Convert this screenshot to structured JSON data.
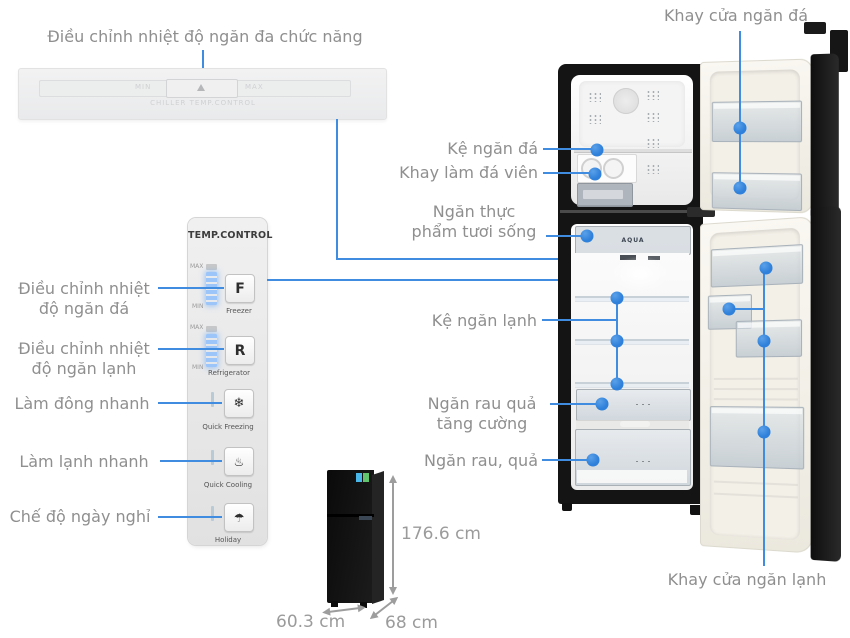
{
  "colors": {
    "accent_blue": "#2e80da",
    "line_blue": "#3f8ce0",
    "label_gray": "#8f8f8f",
    "dim_gray": "#9b9b9b"
  },
  "top_control": {
    "label": "Điều chỉnh nhiệt độ ngăn đa chức năng",
    "min": "MIN",
    "max": "MAX",
    "caption": "CHILLER TEMP.CONTROL"
  },
  "temp_panel": {
    "title": "TEMP.CONTROL",
    "max": "MAX",
    "min": "MIN",
    "freezer_key": "F",
    "freezer_label": "Freezer",
    "fridge_key": "R",
    "fridge_label": "Refrigerator",
    "quick_freezing_label": "Quick Freezing",
    "quick_freezing_icon": "❄",
    "quick_cooling_label": "Quick Cooling",
    "quick_cooling_icon": "♨",
    "holiday_label": "Holiday",
    "holiday_icon": "☂"
  },
  "left_callouts": {
    "freezer_temp_line1": "Điều chỉnh nhiệt",
    "freezer_temp_line2": "độ ngăn đá",
    "fridge_temp_line1": "Điều chỉnh nhiệt",
    "fridge_temp_line2": "độ ngăn lạnh",
    "quick_freeze": "Làm đông nhanh",
    "quick_cool": "Làm lạnh nhanh",
    "holiday": "Chế độ ngày nghỉ"
  },
  "fridge_callouts": {
    "freezer_door_tray": "Khay cửa ngăn đá",
    "freezer_shelf": "Kệ ngăn đá",
    "ice_cube_tray": "Khay làm đá viên",
    "fresh_food_line1": "Ngăn thực",
    "fresh_food_line2": "phẩm tươi sống",
    "fridge_shelf": "Kệ ngăn lạnh",
    "crisper_plus_line1": "Ngăn rau quả",
    "crisper_plus_line2": "tăng cường",
    "crisper": "Ngăn rau, quả",
    "fridge_door_tray": "Khay cửa ngăn lạnh"
  },
  "interior": {
    "chiller_brand": "AQUA"
  },
  "dimensions": {
    "height": "176.6 cm",
    "width": "60.3 cm",
    "depth": "68 cm"
  }
}
